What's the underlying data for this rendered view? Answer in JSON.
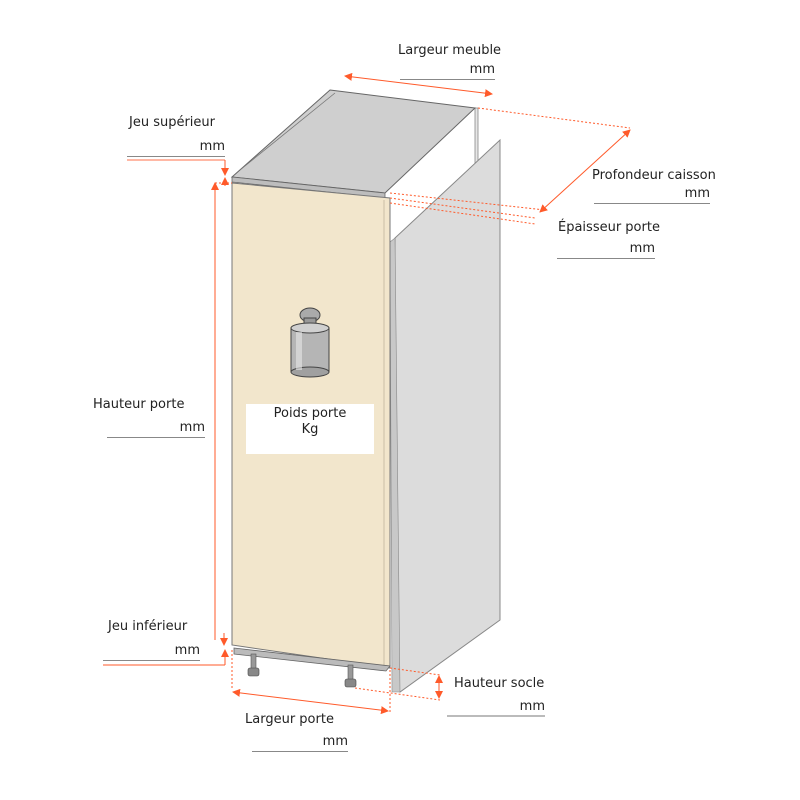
{
  "colors": {
    "dimension": "#ff5a2a",
    "door": "#f2e6cc",
    "carcass": "#dcdcdc",
    "top": "#cfcfcf"
  },
  "labels": {
    "largeur_meuble": {
      "label": "Largeur meuble",
      "unit": "mm"
    },
    "jeu_superieur": {
      "label": "Jeu supérieur",
      "unit": "mm"
    },
    "profondeur_caisson": {
      "label": "Profondeur caisson",
      "unit": "mm"
    },
    "epaisseur_porte": {
      "label": "Épaisseur porte",
      "unit": "mm"
    },
    "hauteur_porte": {
      "label": "Hauteur porte",
      "unit": "mm"
    },
    "jeu_inferieur": {
      "label": "Jeu inférieur",
      "unit": "mm"
    },
    "hauteur_socle": {
      "label": "Hauteur socle",
      "unit": "mm"
    },
    "largeur_porte": {
      "label": "Largeur porte",
      "unit": "mm"
    },
    "poids_porte": {
      "label": "Poids porte",
      "unit": "Kg"
    }
  },
  "icons": {
    "weight": "weight-icon"
  }
}
